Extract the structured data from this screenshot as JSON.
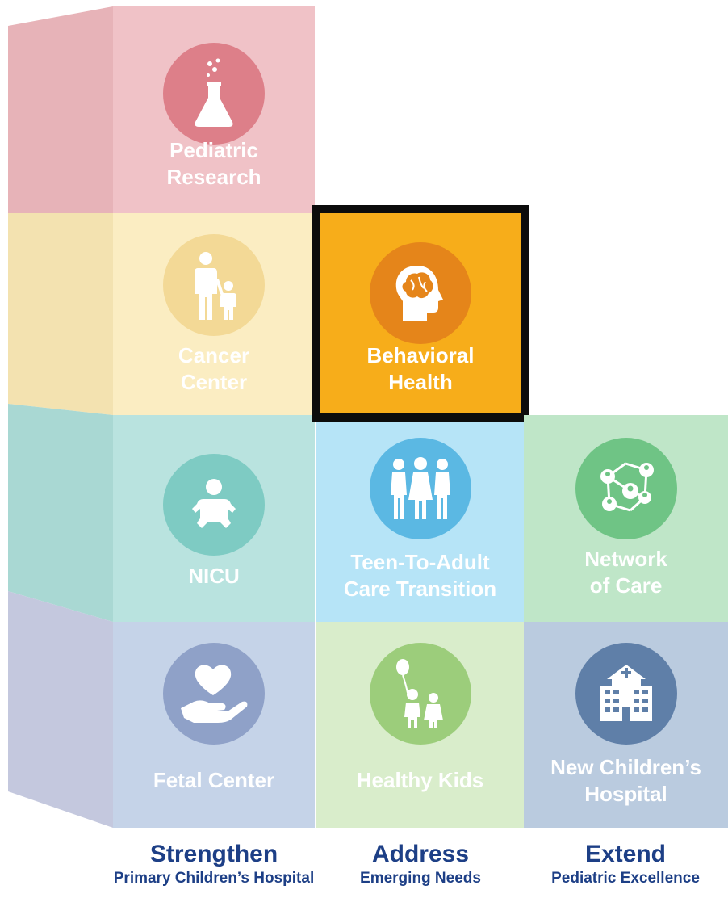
{
  "colors": {
    "research": "#f0c2c7",
    "cancer": "#fbedc2",
    "nicu": "#b9e3df",
    "fetal": "#c5d3e8",
    "behavioral": "#f7ad1a",
    "teen": "#b6e4f7",
    "healthy": "#d9edcb",
    "network": "#bfe6c8",
    "newhosp": "#bacbdf",
    "caption": "#1d3f86"
  },
  "tiles": {
    "research": {
      "label": "Pediatric\nResearch",
      "icon": "flask-icon"
    },
    "cancer": {
      "label": "Cancer\nCenter",
      "icon": "parent-child-icon"
    },
    "behavioral": {
      "label": "Behavioral\nHealth",
      "icon": "brain-head-icon",
      "highlighted": true
    },
    "nicu": {
      "label": "NICU",
      "icon": "baby-icon"
    },
    "teen": {
      "label": "Teen-To-Adult\nCare Transition",
      "icon": "family-group-icon"
    },
    "network": {
      "label": "Network\nof Care",
      "icon": "network-people-icon"
    },
    "fetal": {
      "label": "Fetal Center",
      "icon": "heart-hand-icon"
    },
    "healthy": {
      "label": "Healthy Kids",
      "icon": "kids-balloon-icon"
    },
    "newhosp": {
      "label": "New Children’s\nHospital",
      "icon": "hospital-building-icon"
    }
  },
  "columns": [
    {
      "heading": "Strengthen",
      "subheading": "Primary Children’s Hospital"
    },
    {
      "heading": "Address",
      "subheading": "Emerging Needs"
    },
    {
      "heading": "Extend",
      "subheading": "Pediatric Excellence"
    }
  ]
}
